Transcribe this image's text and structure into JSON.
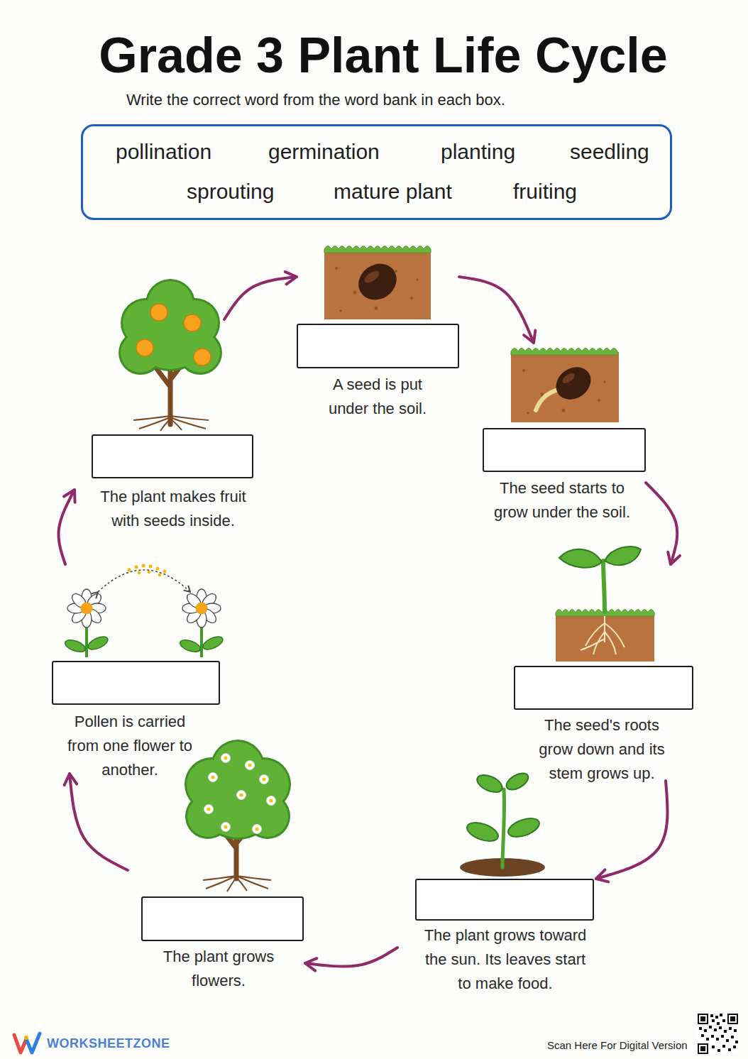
{
  "diagram": {
    "title": "Grade 3 Plant Life Cycle",
    "nodes": [
      {
        "text": [
          "pollination",
          "germination",
          "planting",
          "seedling",
          "sprouting",
          "mature plant",
          "fruiting"
        ]
      },
      {
        "text": [
          "A seed is put under the soil."
        ]
      },
      {
        "text": [
          "The seed starts to grow under the soil."
        ]
      },
      {
        "text": [
          "The seed's roots grow down and its stem grows up."
        ]
      },
      {
        "text": [
          "The plant grows toward the sun. Its leaves start to make food."
        ]
      },
      {
        "text": [
          "The plant grows flowers."
        ]
      },
      {
        "text": [
          "Pollen is carried from one flower to another."
        ]
      },
      {
        "text": [
          "The plant makes fruit with seeds inside."
        ]
      }
    ],
    "edges": [
      {
        "from": 1,
        "to": 2,
        "arrow": "to"
      },
      {
        "from": 2,
        "to": 3,
        "arrow": "to"
      },
      {
        "from": 3,
        "to": 4,
        "arrow": "to"
      },
      {
        "from": 4,
        "to": 5,
        "arrow": "to"
      },
      {
        "from": 5,
        "to": 6,
        "arrow": "to"
      },
      {
        "from": 6,
        "to": 7,
        "arrow": "to"
      },
      {
        "from": 7,
        "to": 1,
        "arrow": "to"
      }
    ],
    "labels": [
      "Write the correct word from the word bank in each box.",
      "WORKSHEETZONE",
      "Scan Here For Digital Version"
    ]
  }
}
